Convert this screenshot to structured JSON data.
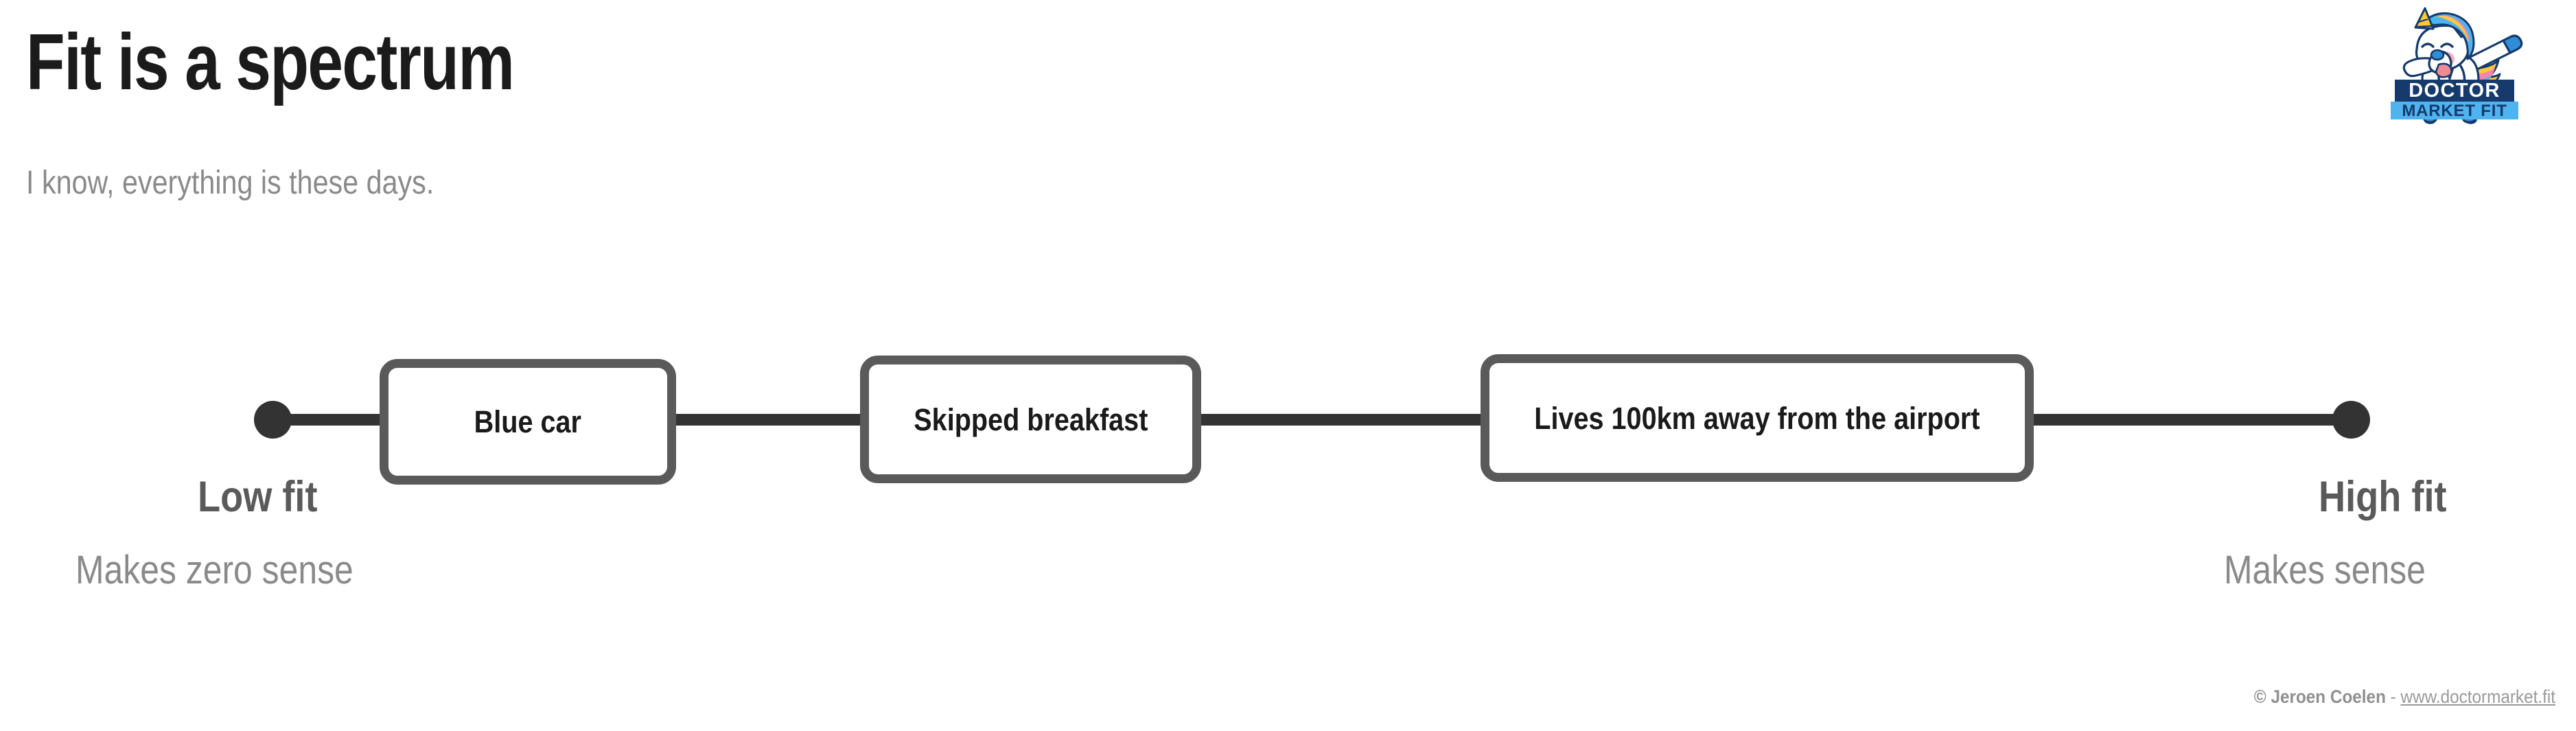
{
  "header": {
    "title": "Fit is a spectrum",
    "subtitle": "I know, everything is these days."
  },
  "logo": {
    "name": "doctor-market-fit-logo",
    "line1": "DOCTOR",
    "line2": "MARKET FIT",
    "colors": {
      "navy": "#153a6b",
      "light_blue": "#4fb3ef",
      "blue": "#2f8ed6",
      "pink": "#f486ae",
      "yellow": "#ffc93c",
      "white": "#ffffff"
    }
  },
  "spectrum": {
    "low_anchor": {
      "title": "Low fit",
      "subtitle": "Makes zero sense"
    },
    "high_anchor": {
      "title": "High fit",
      "subtitle": "Makes sense"
    },
    "nodes": [
      {
        "label": "Blue car"
      },
      {
        "label": "Skipped breakfast"
      },
      {
        "label": "Lives 100km away from the airport"
      }
    ],
    "colors": {
      "line": "#333333",
      "node_border": "#5a5a5a",
      "node_fill": "#ffffff",
      "anchor_title": "#5a5a5a",
      "anchor_subtitle": "#8a8a8a"
    }
  },
  "footer": {
    "copyright": "© Jeroen Coelen",
    "separator": " - ",
    "link": "www.doctormarket.fit"
  }
}
